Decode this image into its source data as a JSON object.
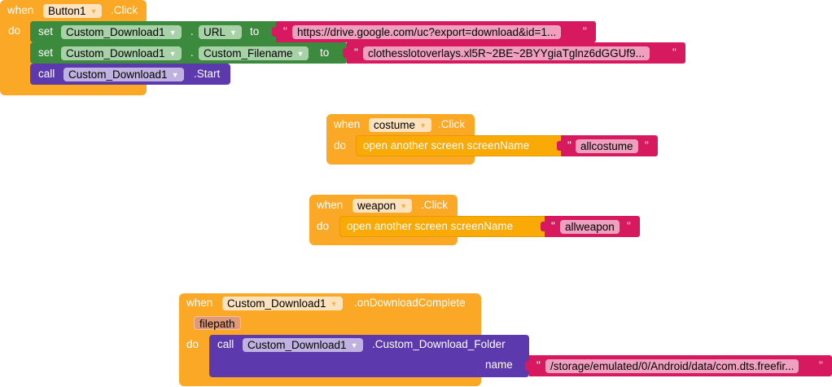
{
  "workspace": {
    "event1": {
      "when_label": "when",
      "component": "Button1",
      "event": ".Click",
      "do_label": "do",
      "statements": [
        {
          "kind": "set",
          "keyword": "set",
          "component": "Custom_Download1",
          "dot": ".",
          "property": "URL",
          "to_label": "to",
          "value": "https://drive.google.com/uc?export=download&id=1..."
        },
        {
          "kind": "set",
          "keyword": "set",
          "component": "Custom_Download1",
          "dot": ".",
          "property": "Custom_Filename",
          "to_label": "to",
          "value": "clothesslotoverlays.xl5R~2BE~2BYYgiaTglnz6dGGUf9..."
        },
        {
          "kind": "call",
          "keyword": "call",
          "component": "Custom_Download1",
          "method": ".Start"
        }
      ]
    },
    "event2": {
      "when_label": "when",
      "component": "costume",
      "event": ".Click",
      "do_label": "do",
      "statement": "open another screen  screenName",
      "value": "allcostume"
    },
    "event3": {
      "when_label": "when",
      "component": "weapon",
      "event": ".Click",
      "do_label": "do",
      "statement": "open another screen  screenName",
      "value": "allweapon"
    },
    "event4": {
      "when_label": "when",
      "component": "Custom_Download1",
      "event": ".onDownloadComplete",
      "param": "filepath",
      "do_label": "do",
      "call_label": "call",
      "call_component": "Custom_Download1",
      "method": ".Custom_Download_Folder",
      "arg_label": "name",
      "value": "/storage/emulated/0/Android/data/com.dts.freefir..."
    },
    "quote_char": "\"",
    "dropdown_icon": "▼"
  },
  "colors": {
    "event_block": "#fba826",
    "setter_block": "#3b8a3d",
    "method_block": "#5c3aae",
    "text_block": "#d7195f",
    "control_block": "#f9aa07"
  }
}
